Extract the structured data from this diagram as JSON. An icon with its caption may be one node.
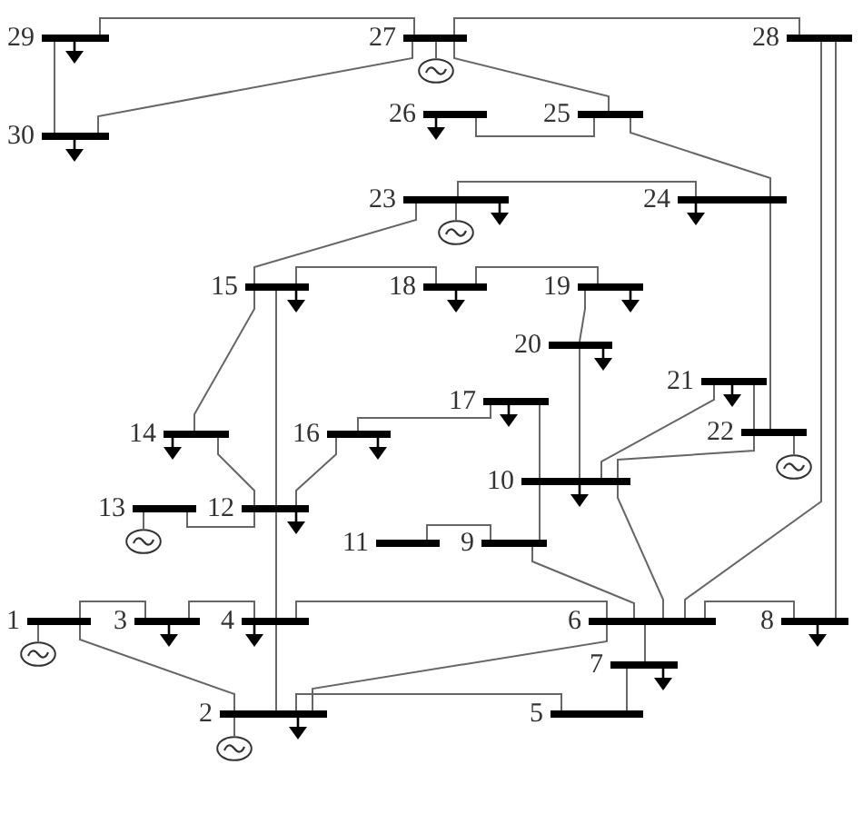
{
  "diagram": {
    "nodes": [
      {
        "text": [
          "1"
        ]
      },
      {
        "text": [
          "2"
        ]
      },
      {
        "text": [
          "3"
        ]
      },
      {
        "text": [
          "4"
        ]
      },
      {
        "text": [
          "5"
        ]
      },
      {
        "text": [
          "6"
        ]
      },
      {
        "text": [
          "7"
        ]
      },
      {
        "text": [
          "8"
        ]
      },
      {
        "text": [
          "9"
        ]
      },
      {
        "text": [
          "10"
        ]
      },
      {
        "text": [
          "11"
        ]
      },
      {
        "text": [
          "12"
        ]
      },
      {
        "text": [
          "13"
        ]
      },
      {
        "text": [
          "14"
        ]
      },
      {
        "text": [
          "15"
        ]
      },
      {
        "text": [
          "16"
        ]
      },
      {
        "text": [
          "17"
        ]
      },
      {
        "text": [
          "18"
        ]
      },
      {
        "text": [
          "19"
        ]
      },
      {
        "text": [
          "20"
        ]
      },
      {
        "text": [
          "21"
        ]
      },
      {
        "text": [
          "22"
        ]
      },
      {
        "text": [
          "23"
        ]
      },
      {
        "text": [
          "24"
        ]
      },
      {
        "text": [
          "25"
        ]
      },
      {
        "text": [
          "26"
        ]
      },
      {
        "text": [
          "27"
        ]
      },
      {
        "text": [
          "28"
        ]
      },
      {
        "text": [
          "29"
        ]
      },
      {
        "text": [
          "30"
        ]
      },
      {
        "text": [],
        "shape": "circle"
      },
      {
        "text": [],
        "shape": "circle"
      },
      {
        "text": [],
        "shape": "circle"
      },
      {
        "text": [],
        "shape": "circle"
      },
      {
        "text": [],
        "shape": "circle"
      },
      {
        "text": [],
        "shape": "circle"
      },
      {
        "text": [],
        "shape": "triangle"
      },
      {
        "text": [],
        "shape": "triangle"
      },
      {
        "text": [],
        "shape": "triangle"
      },
      {
        "text": [],
        "shape": "triangle"
      },
      {
        "text": [],
        "shape": "triangle"
      },
      {
        "text": [],
        "shape": "triangle"
      },
      {
        "text": [],
        "shape": "triangle"
      },
      {
        "text": [],
        "shape": "triangle"
      },
      {
        "text": [],
        "shape": "triangle"
      },
      {
        "text": [],
        "shape": "triangle"
      },
      {
        "text": [],
        "shape": "triangle"
      },
      {
        "text": [],
        "shape": "triangle"
      },
      {
        "text": [],
        "shape": "triangle"
      },
      {
        "text": [],
        "shape": "triangle"
      },
      {
        "text": [],
        "shape": "triangle"
      },
      {
        "text": [],
        "shape": "triangle"
      },
      {
        "text": [],
        "shape": "triangle"
      },
      {
        "text": [],
        "shape": "triangle"
      },
      {
        "text": [],
        "shape": "triangle"
      },
      {
        "text": [],
        "shape": "triangle"
      }
    ],
    "edges": [
      {
        "from": 0,
        "to": 1,
        "arrow": "none"
      },
      {
        "from": 0,
        "to": 2,
        "arrow": "none"
      },
      {
        "from": 1,
        "to": 3,
        "arrow": "none"
      },
      {
        "from": 2,
        "to": 3,
        "arrow": "none"
      },
      {
        "from": 1,
        "to": 4,
        "arrow": "none"
      },
      {
        "from": 1,
        "to": 5,
        "arrow": "none"
      },
      {
        "from": 3,
        "to": 5,
        "arrow": "none"
      },
      {
        "from": 4,
        "to": 6,
        "arrow": "none"
      },
      {
        "from": 5,
        "to": 6,
        "arrow": "none"
      },
      {
        "from": 5,
        "to": 7,
        "arrow": "none"
      },
      {
        "from": 5,
        "to": 8,
        "arrow": "none"
      },
      {
        "from": 5,
        "to": 9,
        "arrow": "none"
      },
      {
        "from": 8,
        "to": 10,
        "arrow": "none"
      },
      {
        "from": 8,
        "to": 9,
        "arrow": "none"
      },
      {
        "from": 3,
        "to": 11,
        "arrow": "none"
      },
      {
        "from": 11,
        "to": 12,
        "arrow": "none"
      },
      {
        "from": 11,
        "to": 13,
        "arrow": "none"
      },
      {
        "from": 11,
        "to": 14,
        "arrow": "none"
      },
      {
        "from": 11,
        "to": 15,
        "arrow": "none"
      },
      {
        "from": 13,
        "to": 14,
        "arrow": "none"
      },
      {
        "from": 15,
        "to": 16,
        "arrow": "none"
      },
      {
        "from": 14,
        "to": 17,
        "arrow": "none"
      },
      {
        "from": 17,
        "to": 18,
        "arrow": "none"
      },
      {
        "from": 18,
        "to": 19,
        "arrow": "none"
      },
      {
        "from": 9,
        "to": 19,
        "arrow": "none"
      },
      {
        "from": 9,
        "to": 16,
        "arrow": "none"
      },
      {
        "from": 9,
        "to": 20,
        "arrow": "none"
      },
      {
        "from": 9,
        "to": 21,
        "arrow": "none"
      },
      {
        "from": 20,
        "to": 21,
        "arrow": "none"
      },
      {
        "from": 14,
        "to": 22,
        "arrow": "none"
      },
      {
        "from": 21,
        "to": 23,
        "arrow": "none"
      },
      {
        "from": 22,
        "to": 23,
        "arrow": "none"
      },
      {
        "from": 23,
        "to": 24,
        "arrow": "none"
      },
      {
        "from": 24,
        "to": 25,
        "arrow": "none"
      },
      {
        "from": 24,
        "to": 26,
        "arrow": "none"
      },
      {
        "from": 27,
        "to": 26,
        "arrow": "none"
      },
      {
        "from": 26,
        "to": 28,
        "arrow": "none"
      },
      {
        "from": 26,
        "to": 29,
        "arrow": "none"
      },
      {
        "from": 28,
        "to": 29,
        "arrow": "none"
      },
      {
        "from": 7,
        "to": 27,
        "arrow": "none"
      },
      {
        "from": 5,
        "to": 27,
        "arrow": "none"
      },
      {
        "from": 26,
        "to": 30,
        "arrow": "none"
      },
      {
        "from": 22,
        "to": 31,
        "arrow": "none"
      },
      {
        "from": 21,
        "to": 32,
        "arrow": "none"
      },
      {
        "from": 12,
        "to": 33,
        "arrow": "none"
      },
      {
        "from": 0,
        "to": 34,
        "arrow": "none"
      },
      {
        "from": 1,
        "to": 35,
        "arrow": "none"
      },
      {
        "from": 28,
        "to": 36,
        "arrow": "none",
        "color": "#000000"
      },
      {
        "from": 29,
        "to": 37,
        "arrow": "none",
        "color": "#000000"
      },
      {
        "from": 25,
        "to": 38,
        "arrow": "none",
        "color": "#000000"
      },
      {
        "from": 22,
        "to": 39,
        "arrow": "none",
        "color": "#000000"
      },
      {
        "from": 23,
        "to": 40,
        "arrow": "none",
        "color": "#000000"
      },
      {
        "from": 14,
        "to": 41,
        "arrow": "none",
        "color": "#000000"
      },
      {
        "from": 17,
        "to": 42,
        "arrow": "none",
        "color": "#000000"
      },
      {
        "from": 18,
        "to": 43,
        "arrow": "none",
        "color": "#000000"
      },
      {
        "from": 19,
        "to": 44,
        "arrow": "none",
        "color": "#000000"
      },
      {
        "from": 20,
        "to": 45,
        "arrow": "none",
        "color": "#000000"
      },
      {
        "from": 16,
        "to": 46,
        "arrow": "none",
        "color": "#000000"
      },
      {
        "from": 13,
        "to": 47,
        "arrow": "none",
        "color": "#000000"
      },
      {
        "from": 15,
        "to": 48,
        "arrow": "none",
        "color": "#000000"
      },
      {
        "from": 9,
        "to": 49,
        "arrow": "none",
        "color": "#000000"
      },
      {
        "from": 11,
        "to": 50,
        "arrow": "none",
        "color": "#000000"
      },
      {
        "from": 2,
        "to": 51,
        "arrow": "none",
        "color": "#000000"
      },
      {
        "from": 3,
        "to": 52,
        "arrow": "none",
        "color": "#000000"
      },
      {
        "from": 7,
        "to": 53,
        "arrow": "none",
        "color": "#000000"
      },
      {
        "from": 6,
        "to": 54,
        "arrow": "none",
        "color": "#000000"
      },
      {
        "from": 1,
        "to": 55,
        "arrow": "none",
        "color": "#000000"
      }
    ]
  }
}
